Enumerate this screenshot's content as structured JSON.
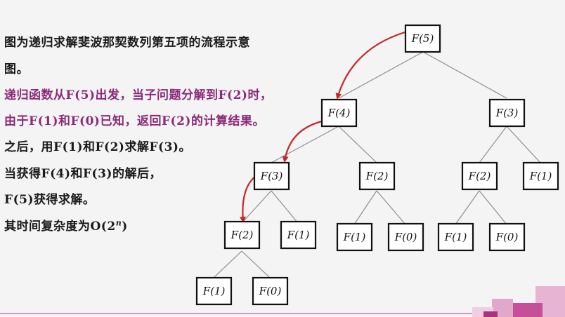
{
  "text": {
    "line1": "图为递归求解斐波那契数列第五项的流程示意",
    "line2": "图。",
    "line3": "递归函数从F(5)出发，当子问题分解到F(2)时，",
    "line4": "由于F(1)和F(0)已知，返回F(2)的计算结果。",
    "line5": "之后，用F(1)和F(2)求解F(3)。",
    "line6": "当获得F(4)和F(3)的解后，",
    "line7": "F(5)获得求解。",
    "line8_prefix": "其时间复杂度为O(",
    "line8_base": "2",
    "line8_exp": "n",
    "line8_suffix": ")"
  },
  "tree": {
    "n5": "F(5)",
    "n4": "F(4)",
    "n3a": "F(3)",
    "n3b": "F(3)",
    "n2a": "F(2)",
    "n2b": "F(2)",
    "n2c": "F(2)",
    "n1a": "F(1)",
    "n1b": "F(1)",
    "n1c": "F(1)",
    "n1d": "F(1)",
    "n1e": "F(1)",
    "n0a": "F(0)",
    "n0b": "F(0)",
    "n0c": "F(0)"
  },
  "colors": {
    "text": "#1a1a1a",
    "highlight_text": "#8b2a78",
    "call_arrow": "#c62828",
    "edge": "#8f8f8f",
    "decor": "#c95aa0"
  }
}
